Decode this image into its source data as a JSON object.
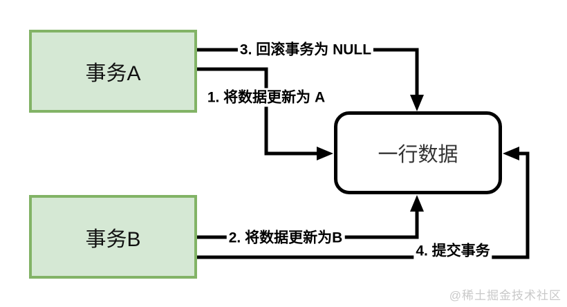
{
  "diagram": {
    "title": "transaction-update-rollback-diagram",
    "nodes": [
      {
        "id": "transaction-a",
        "label": "事务A",
        "shape": "rectangle",
        "fill": "#d5e8d4",
        "border": "#82b366"
      },
      {
        "id": "transaction-b",
        "label": "事务B",
        "shape": "rectangle",
        "fill": "#d5e8d4",
        "border": "#82b366"
      },
      {
        "id": "data-row",
        "label": "一行数据",
        "shape": "rounded-rectangle",
        "fill": "#ffffff",
        "border": "#000000"
      }
    ],
    "edges": [
      {
        "id": "edge-1",
        "label": "1. 将数据更新为 A",
        "from": "transaction-a",
        "to": "data-row",
        "to_side": "left"
      },
      {
        "id": "edge-2",
        "label": "2. 将数据更新为B",
        "from": "transaction-b",
        "to": "data-row",
        "to_side": "bottom"
      },
      {
        "id": "edge-3",
        "label": "3. 回滚事务为 NULL",
        "from": "transaction-a",
        "to": "data-row",
        "to_side": "top"
      },
      {
        "id": "edge-4",
        "label": "4. 提交事务",
        "from": "transaction-b",
        "to": "data-row",
        "to_side": "right"
      }
    ],
    "colors": {
      "stroke": "#000000",
      "node_fill_green": "#d5e8d4",
      "node_border_green": "#82b366",
      "watermark": "#c9c9c9"
    },
    "watermark": "@稀土掘金技术社区"
  }
}
